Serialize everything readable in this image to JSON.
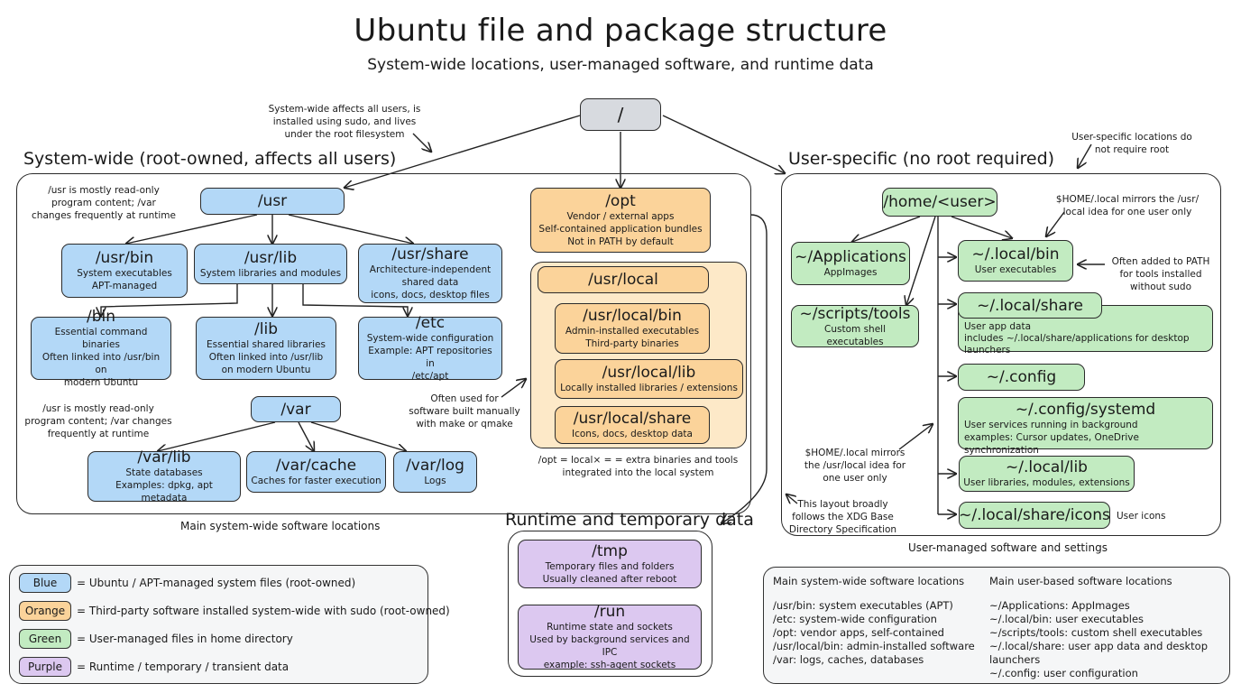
{
  "header": {
    "title": "Ubuntu file and package structure",
    "subtitle": "System-wide locations, user-managed software, and runtime data"
  },
  "root": {
    "label": "/"
  },
  "notes": {
    "root_system": "System-wide affects all users, is\ninstalled using sudo, and lives\nunder the root filesystem",
    "usr_top": "/usr is mostly read-only\nprogram content; /var\nchanges frequently at runtime",
    "usr_mid": "/usr is mostly read-only\nprogram content; /var changes\nfrequently at runtime",
    "usr_local_usage": "Often used for\nsoftware built manually\nwith make or qmake",
    "opt_local": "/opt = local× = = extra binaries and tools\nintegrated into the local system",
    "user_specific": "User-specific locations do\nnot require root",
    "home_local_top": "$HOME/.local mirrors the /usr/\nlocal idea for one user only",
    "local_bin_path": "Often added to PATH\nfor tools installed\nwithout sudo",
    "home_local_mid": "$HOME/.local mirrors\nthe /usr/local idea for\none user only",
    "xdg": "This layout broadly\nfollows the XDG Base\nDirectory Specification",
    "user_icons": "User icons"
  },
  "system_wide": {
    "title": "System-wide (root-owned, affects all users)",
    "caption": "Main system-wide software locations",
    "nodes": {
      "usr": {
        "title": "/usr"
      },
      "usr_bin": {
        "title": "/usr/bin",
        "desc": "System executables\nAPT-managed"
      },
      "usr_lib": {
        "title": "/usr/lib",
        "desc": "System libraries and modules"
      },
      "usr_share": {
        "title": "/usr/share",
        "desc": "Architecture-independent\nshared data\nicons, docs, desktop files"
      },
      "bin": {
        "title": "/bin",
        "desc": "Essential command binaries\nOften linked into /usr/bin on\nmodern Ubuntu"
      },
      "lib": {
        "title": "/lib",
        "desc": "Essential shared libraries\nOften linked into /usr/lib\non modern Ubuntu"
      },
      "etc": {
        "title": "/etc",
        "desc": "System-wide configuration\nExample: APT repositories in\n/etc/apt"
      },
      "var": {
        "title": "/var"
      },
      "var_lib": {
        "title": "/var/lib",
        "desc": "State databases\nExamples: dpkg, apt metadata"
      },
      "var_cache": {
        "title": "/var/cache",
        "desc": "Caches for faster execution"
      },
      "var_log": {
        "title": "/var/log",
        "desc": "Logs"
      },
      "opt": {
        "title": "/opt",
        "desc": "Vendor / external apps\nSelf-contained application bundles\nNot in PATH by default"
      },
      "usr_local": {
        "title": "/usr/local"
      },
      "usr_local_bin": {
        "title": "/usr/local/bin",
        "desc": "Admin-installed executables\nThird-party binaries"
      },
      "usr_local_lib": {
        "title": "/usr/local/lib",
        "desc": "Locally installed libraries / extensions"
      },
      "usr_local_share": {
        "title": "/usr/local/share",
        "desc": "Icons, docs, desktop data"
      }
    }
  },
  "user_specific": {
    "title": "User-specific (no root required)",
    "caption": "User-managed software and settings",
    "nodes": {
      "home": {
        "title": "/home/<user>"
      },
      "applications": {
        "title": "~/Applications",
        "desc": "AppImages"
      },
      "scripts": {
        "title": "~/scripts/tools",
        "desc": "Custom shell executables"
      },
      "local_bin": {
        "title": "~/.local/bin",
        "desc": "User executables"
      },
      "local_share": {
        "title": "~/.local/share",
        "desc": "User app data\nincludes ~/.local/share/applications for desktop launchers"
      },
      "config": {
        "title": "~/.config"
      },
      "config_systemd": {
        "title": "~/.config/systemd",
        "desc": "User services running in background\nexamples: Cursor updates, OneDrive synchronization"
      },
      "local_lib": {
        "title": "~/.local/lib",
        "desc": "User libraries, modules, extensions"
      },
      "local_share_icons": {
        "title": "~/.local/share/icons"
      }
    }
  },
  "runtime": {
    "title": "Runtime and temporary data",
    "nodes": {
      "tmp": {
        "title": "/tmp",
        "desc": "Temporary files and folders\nUsually cleaned after reboot"
      },
      "run": {
        "title": "/run",
        "desc": "Runtime state and sockets\nUsed by background services and IPC\nexample: ssh-agent sockets"
      }
    }
  },
  "legend": {
    "items": [
      {
        "swatch": "Blue",
        "text": "= Ubuntu / APT-managed system files (root-owned)",
        "color": "#b3d8f7"
      },
      {
        "swatch": "Orange",
        "text": "= Third-party software installed system-wide with sudo (root-owned)",
        "color": "#fbd39a"
      },
      {
        "swatch": "Green",
        "text": "= User-managed files in home directory",
        "color": "#c2ebc1"
      },
      {
        "swatch": "Purple",
        "text": "= Runtime / temporary / transient data",
        "color": "#dcc8f0"
      }
    ]
  },
  "summary": {
    "system_heading": "Main system-wide software locations",
    "system_items": [
      "/usr/bin: system executables (APT)",
      "/etc: system-wide configuration",
      "/opt: vendor apps, self-contained",
      "/usr/local/bin: admin-installed software",
      "/var: logs, caches, databases"
    ],
    "user_heading": "Main user-based software locations",
    "user_items": [
      "~/Applications: AppImages",
      "~/.local/bin: user executables",
      "~/scripts/tools: custom shell executables",
      "~/.local/share: user app data and desktop launchers",
      "~/.config: user configuration"
    ]
  },
  "colors": {
    "blue": "#b3d8f7",
    "orange": "#fbd39a",
    "orange_container": "#fde9c8",
    "green": "#c2ebc1",
    "purple": "#dcc8f0",
    "grey": "#d7dadf",
    "panel": "#f5f6f7"
  }
}
